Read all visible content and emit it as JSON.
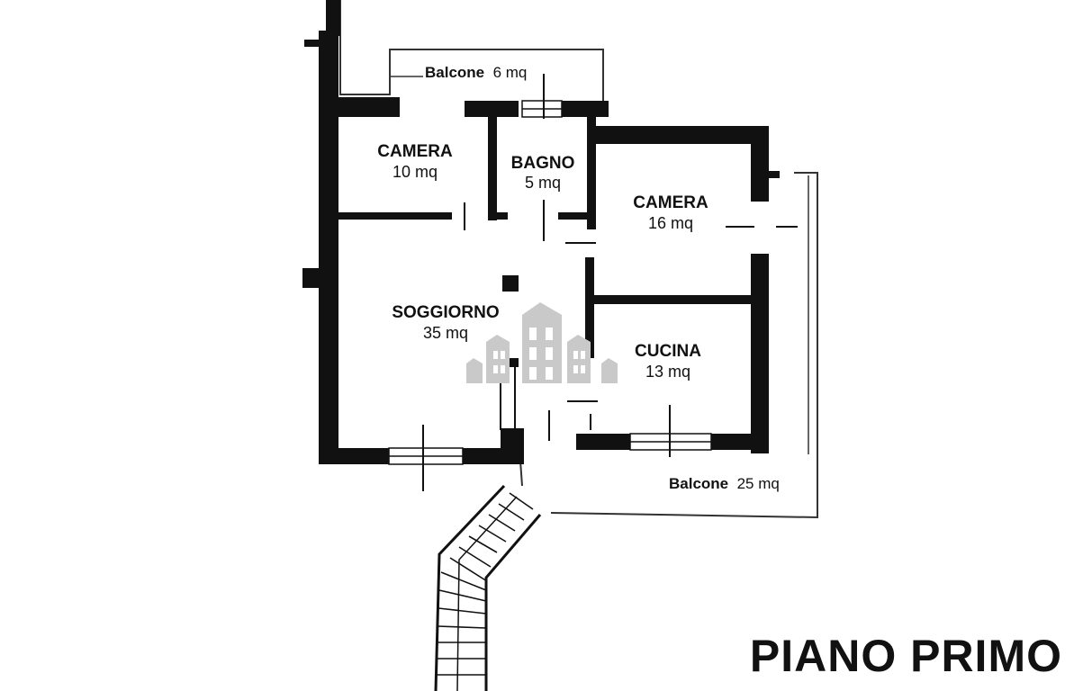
{
  "floor": {
    "title": "PIANO PRIMO"
  },
  "rooms": [
    {
      "name": "CAMERA",
      "area": "10 mq"
    },
    {
      "name": "BAGNO",
      "area": "5 mq"
    },
    {
      "name": "CAMERA",
      "area": "16 mq"
    },
    {
      "name": "SOGGIORNO",
      "area": "35 mq"
    },
    {
      "name": "CUCINA",
      "area": "13 mq"
    }
  ],
  "balconies": [
    {
      "name": "Balcone",
      "area": "6 mq"
    },
    {
      "name": "Balcone",
      "area": "25 mq"
    }
  ],
  "watermark": {
    "icon": "buildings-watermark-icon",
    "color": "#c9c9c9"
  },
  "colors": {
    "wall": "#111111",
    "thin_line": "#333333"
  }
}
